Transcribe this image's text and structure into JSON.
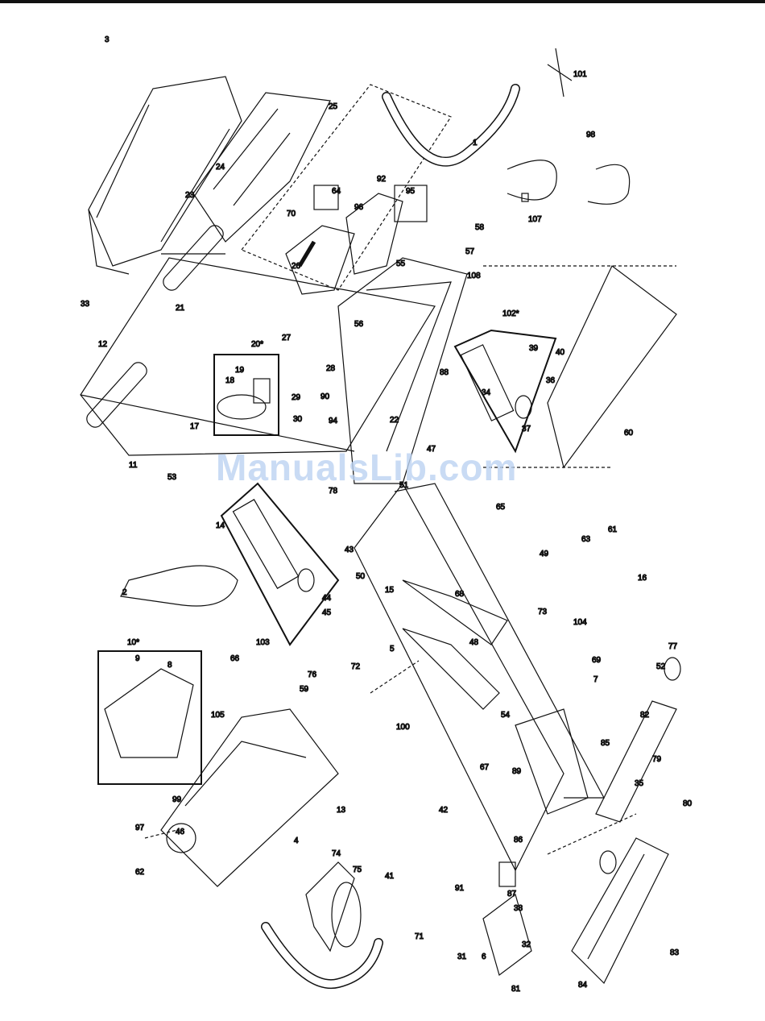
{
  "watermark": "ManualsLib.com",
  "colors": {
    "ink": "#111111",
    "watermark": "#bcd3f2",
    "paper": "#ffffff"
  },
  "callouts": [
    "1",
    "2",
    "3",
    "4",
    "5",
    "6",
    "7",
    "8",
    "9",
    "10*",
    "11",
    "12",
    "13",
    "14",
    "15",
    "16",
    "17",
    "18",
    "19",
    "20*",
    "21",
    "22",
    "23",
    "24",
    "25",
    "26",
    "27",
    "28",
    "29",
    "30",
    "31",
    "32",
    "33",
    "34",
    "35",
    "36",
    "37",
    "38",
    "39",
    "40",
    "41",
    "42",
    "43",
    "44",
    "45",
    "46",
    "47",
    "48",
    "49",
    "50",
    "51",
    "52",
    "53",
    "54",
    "55",
    "56",
    "57",
    "58",
    "59",
    "60",
    "61",
    "62",
    "63",
    "64",
    "65",
    "66",
    "67",
    "68",
    "69",
    "70",
    "71",
    "72",
    "73",
    "74",
    "75",
    "76",
    "77",
    "78",
    "79",
    "80",
    "81",
    "82",
    "83",
    "84",
    "85",
    "86",
    "87",
    "88",
    "89",
    "90",
    "91",
    "92",
    "94",
    "95",
    "96",
    "97",
    "98",
    "99",
    "100",
    "101",
    "102*",
    "103",
    "104",
    "105",
    "107",
    "108"
  ]
}
